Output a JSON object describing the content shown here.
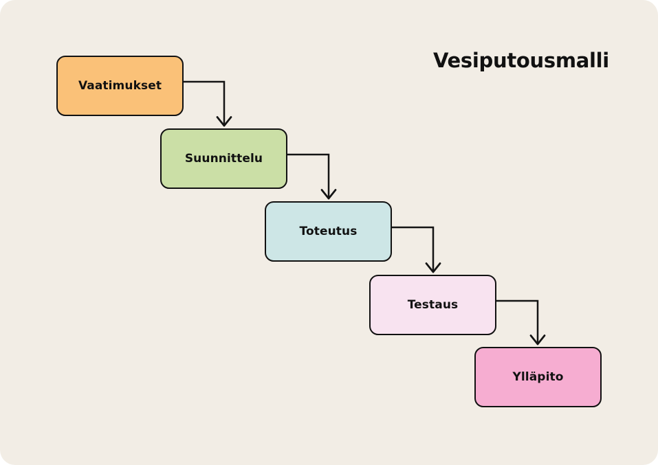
{
  "diagram": {
    "title": "Vesiputousmalli",
    "type": "flowchart",
    "colors": {
      "page": "#FFFFFF",
      "background": "#F2EDE5",
      "stroke": "#141414",
      "text": "#111111"
    },
    "stages": [
      {
        "id": "vaatimukset",
        "label": "Vaatimukset",
        "fill": "#FAC178"
      },
      {
        "id": "suunnittelu",
        "label": "Suunnittelu",
        "fill": "#CBDFA6"
      },
      {
        "id": "toteutus",
        "label": "Toteutus",
        "fill": "#CDE6E6"
      },
      {
        "id": "testaus",
        "label": "Testaus",
        "fill": "#F8E3F0"
      },
      {
        "id": "yllapito",
        "label": "Ylläpito",
        "fill": "#F6ADD1"
      }
    ],
    "connections": [
      {
        "from": "Vaatimukset",
        "to": "Suunnittelu"
      },
      {
        "from": "Suunnittelu",
        "to": "Toteutus"
      },
      {
        "from": "Toteutus",
        "to": "Testaus"
      },
      {
        "from": "Testaus",
        "to": "Ylläpito"
      }
    ]
  }
}
